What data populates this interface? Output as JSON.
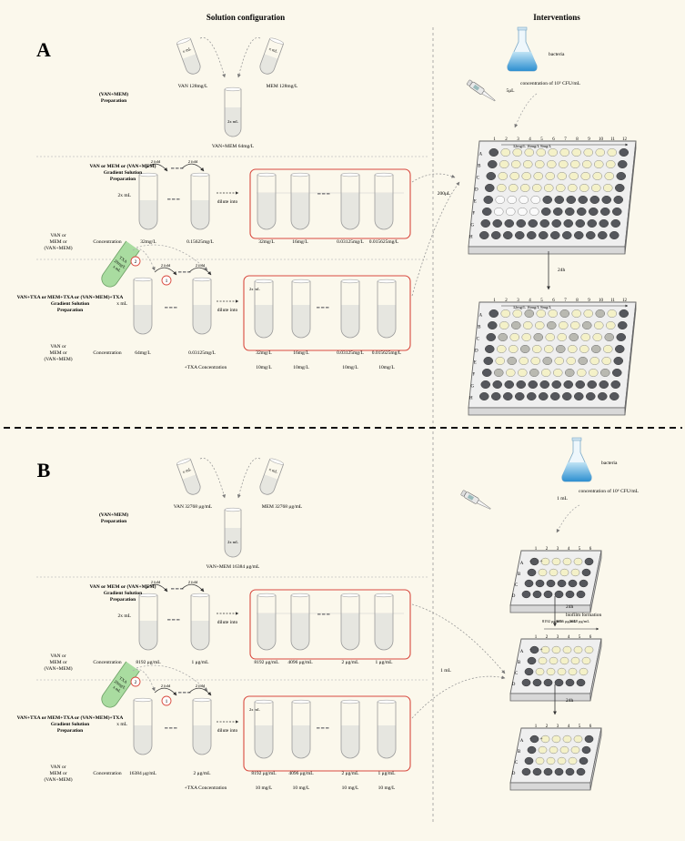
{
  "headers": {
    "left": "Solution configuration",
    "right": "Interventions"
  },
  "panel_a": {
    "letter": "A",
    "vol_x": "x mL",
    "vol_2x": "2x mL",
    "van_tube": "VAN 128mg/L",
    "mem_tube": "MEM 128mg/L",
    "mix_tube": "VAN+MEM 64mg/L",
    "prep1_line1": "(VAN+MEM)",
    "prep1_line2": "Preparation",
    "twofold": "2 fold",
    "dilute": "dilute into",
    "grad_line1": "VAN or MEM or (VAN+MEM)",
    "grad_line2": "Gradient Solution",
    "grad_line3": "Preparation",
    "drug_line1": "VAN or",
    "drug_line2": "MEM or",
    "drug_line3": "(VAN+MEM)",
    "conc_label": "Concentration",
    "grad_src": [
      "32mg/L",
      "0.15625mg/L"
    ],
    "grad_dst": [
      "32mg/L",
      "16mg/L",
      "0.03125mg/L",
      "0.015625mg/L"
    ],
    "tri_line1": "VAN+TXA or MEM+TXA or (VAN+MEM)+TXA",
    "tri_line2": "Gradient Solution",
    "tri_line3": "Preparation",
    "txa_tube": [
      "TXA",
      "20mg/L",
      "x mL"
    ],
    "step1": "1",
    "step2": "2",
    "tri_src": [
      "64mg/L",
      "0.03125mg/L"
    ],
    "tri_dst": [
      "32mg/L",
      "16mg/L",
      "0.03125mg/L",
      "0.015625mg/L"
    ],
    "txa_conc_label": "+TXA  Concentration",
    "txa_dst": [
      "10mg/L",
      "10mg/L",
      "10mg/L",
      "10mg/L"
    ],
    "bacteria": "bacteria",
    "bact_conc": "concentration of 10⁵ CFU/mL",
    "pipette_vol": "5μL",
    "add_vol": "200μL",
    "time": "24h",
    "plate_cols": [
      "1",
      "2",
      "3",
      "4",
      "5",
      "6",
      "7",
      "8",
      "9",
      "10",
      "11",
      "12"
    ],
    "plate_rows": [
      "A",
      "B",
      "C",
      "D",
      "E",
      "F",
      "G",
      "H"
    ],
    "plate_header": "32mg/L  16mg/L  8mg/L"
  },
  "panel_b": {
    "letter": "B",
    "vol_x": "x mL",
    "vol_2x": "2x mL",
    "van_tube": "VAN 32768 μg/mL",
    "mem_tube": "MEM 32768 μg/mL",
    "mix_tube": "VAN+MEM 16384 μg/mL",
    "prep1_line1": "(VAN+MEM)",
    "prep1_line2": "Preparation",
    "twofold": "2 fold",
    "dilute": "dilute into",
    "grad_line1": "VAN or MEM or (VAN+MEM)",
    "grad_line2": "Gradient Solution",
    "grad_line3": "Preparation",
    "drug_line1": "VAN or",
    "drug_line2": "MEM or",
    "drug_line3": "(VAN+MEM)",
    "conc_label": "Concentration",
    "grad_src": [
      "8192 μg/mL",
      "1 μg/mL"
    ],
    "grad_dst": [
      "8192 μg/mL",
      "4096 μg/mL",
      "2 μg/mL",
      "1 μg/mL"
    ],
    "tri_line1": "VAN+TXA or MEM+TXA or (VAN+MEM)+TXA",
    "tri_line2": "Gradient Solution",
    "tri_line3": "Preparation",
    "txa_tube": [
      "TXA",
      "20mg/L",
      "x mL"
    ],
    "step1": "1",
    "step2": "2",
    "tri_src": [
      "16384 μg/mL",
      "2 μg/mL"
    ],
    "tri_dst": [
      "8192 μg/mL",
      "4096 μg/mL",
      "2 μg/mL",
      "1 μg/mL"
    ],
    "txa_conc_label": "+TXA  Concentration",
    "txa_dst": [
      "10 mg/L",
      "10 mg/L",
      "10 mg/L",
      "10 mg/L"
    ],
    "bacteria": "bacteria",
    "bact_conc": "concentration of 10⁶ CFU/mL",
    "pipette_vol": "1 mL",
    "add_vol": "1 mL",
    "time1": "24h",
    "biofilm": "biofilm formation",
    "time2": "24h",
    "plate_cols": [
      "1",
      "2",
      "3",
      "4",
      "5",
      "6"
    ],
    "plate_rows": [
      "A",
      "B",
      "C",
      "D"
    ],
    "neg": "-",
    "pos": "+",
    "plate_header": [
      "8192 μg/mL",
      "4096 μg/mL",
      "2048 μg/mL"
    ]
  },
  "colors": {
    "background": "#fbf8ec",
    "red_box": "#d94a3f",
    "liquid": "#e6e6e0",
    "txa_green": "#a9dca0",
    "well_dark": "#55575c",
    "well_light": "#f4f1c8",
    "flask_blue": "#3fa0d8"
  }
}
